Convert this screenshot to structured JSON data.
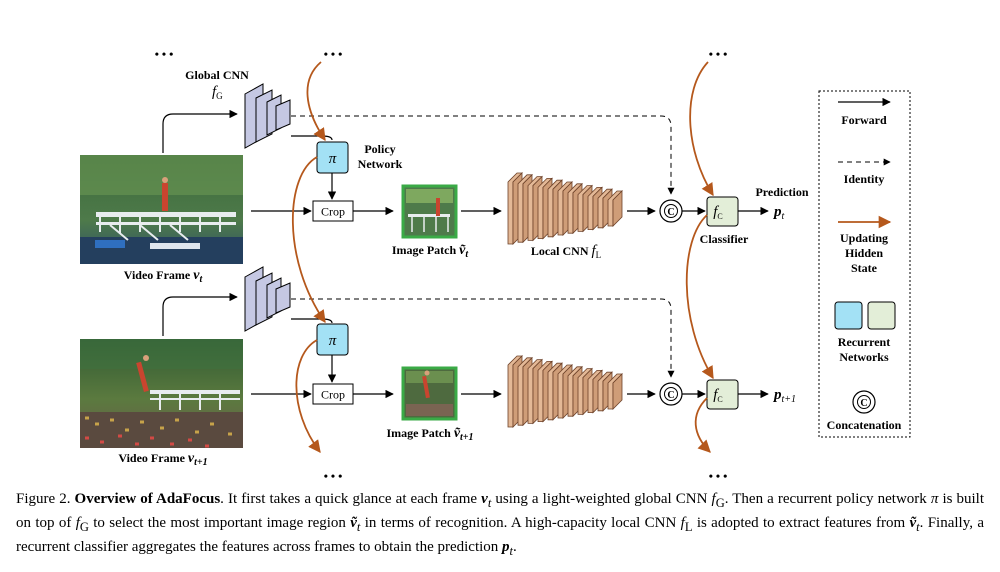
{
  "diagram": {
    "global_cnn": {
      "label": "Global CNN",
      "symbol": "f",
      "sub": "G"
    },
    "policy": {
      "label_line1": "Policy",
      "label_line2": "Network",
      "symbol": "π"
    },
    "crop_label": "Crop",
    "prediction_label": "Prediction",
    "classifier_label": "Classifier",
    "local_cnn": {
      "label": "Local CNN ",
      "symbol": "f",
      "sub": "L"
    },
    "classifier_symbol": "f",
    "classifier_sub": "C",
    "concat_symbol": "C",
    "ellipsis": "• • •",
    "rows": [
      {
        "frame_label": "Video Frame ",
        "frame_var": "v",
        "frame_sub": "t",
        "patch_label": "Image Patch ",
        "patch_var": "ṽ",
        "patch_sub": "t",
        "pred_var": "p",
        "pred_sub": "t"
      },
      {
        "frame_label": "Video Frame ",
        "frame_var": "v",
        "frame_sub": "t+1",
        "patch_label": "Image Patch ",
        "patch_var": "ṽ",
        "patch_sub": "t+1",
        "pred_var": "p",
        "pred_sub": "t+1"
      }
    ]
  },
  "legend": {
    "forward": "Forward",
    "identity": "Identity",
    "updating_line1": "Updating",
    "updating_line2": "Hidden",
    "updating_line3": "State",
    "recurrent_line1": "Recurrent",
    "recurrent_line2": "Networks",
    "concat_symbol": "C",
    "concatenation": "Concatenation"
  },
  "caption": {
    "fig": "Figure 2. ",
    "title": "Overview of AdaFocus",
    "s1": ". It first takes a quick glance at each frame ",
    "v": "v",
    "t": "t",
    "s2": " using a light-weighted global CNN ",
    "f": "f",
    "G": "G",
    "s3": ". Then a recurrent policy network ",
    "pi": "π",
    "s4": " is built on top of ",
    "s5": " to select the most important image region ",
    "vt": "ṽ",
    "s6": " in terms of recognition. A high-capacity local CNN ",
    "L": "L",
    "s7": " is adopted to extract features from ",
    "s8": ". Finally, a recurrent classifier aggregates the features across frames to obtain the prediction ",
    "p": "p",
    "s9": "."
  },
  "colors": {
    "global_cnn_fill": "#c5c8e3",
    "policy_fill": "#a3e1f5",
    "classifier_fill": "#e3eed8",
    "local_cnn_fill": "#e3b896",
    "local_cnn_stroke": "#6d4128",
    "patch_border": "#3aaa46",
    "hidden_state_arrow": "#b5581c"
  }
}
